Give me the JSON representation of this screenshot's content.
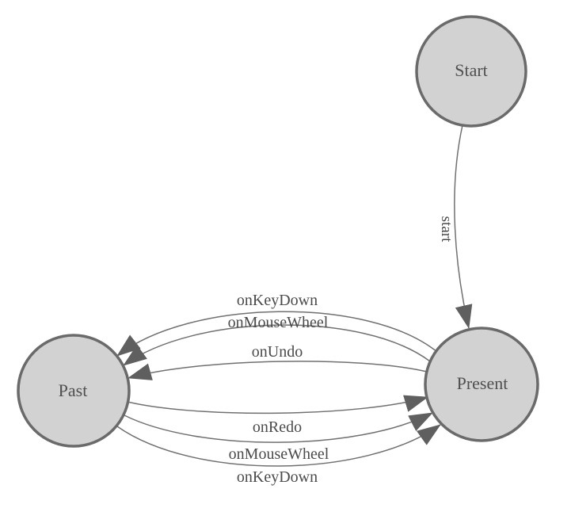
{
  "colors": {
    "background": "#ffffff",
    "node-fill": "#d2d2d2",
    "node-stroke": "#6a6a6a",
    "edge-stroke": "#707070",
    "arrow-fill": "#5f5f5f",
    "node-text": "#4f4f4f",
    "edge-text": "#4a4a4a"
  },
  "nodes": {
    "start": {
      "label": "Start"
    },
    "present": {
      "label": "Present"
    },
    "past": {
      "label": "Past"
    }
  },
  "edges": {
    "start_to_present": {
      "label": "start",
      "from": "Start",
      "to": "Present"
    },
    "present_to_past_onKeyDown": {
      "label": "onKeyDown",
      "from": "Present",
      "to": "Past"
    },
    "present_to_past_onMouseWheel": {
      "label": "onMouseWheel",
      "from": "Present",
      "to": "Past"
    },
    "present_to_past_onUndo": {
      "label": "onUndo",
      "from": "Present",
      "to": "Past"
    },
    "past_to_present_onRedo": {
      "label": "onRedo",
      "from": "Past",
      "to": "Present"
    },
    "past_to_present_onMouseWheel": {
      "label": "onMouseWheel",
      "from": "Past",
      "to": "Present"
    },
    "past_to_present_onKeyDown": {
      "label": "onKeyDown",
      "from": "Past",
      "to": "Present"
    }
  }
}
